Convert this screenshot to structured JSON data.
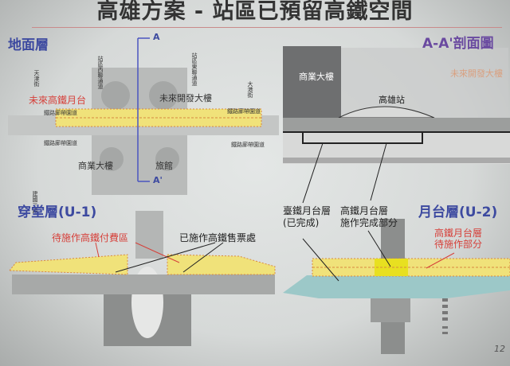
{
  "title": "高雄方案 - 站區已預留高鐵空間",
  "ground": {
    "heading": "地面層",
    "a": "A",
    "a_prime": "A'",
    "future_hsr_platform": "未來高鐵月台",
    "future_building": "未來開發大樓",
    "commercial": "商業大樓",
    "hotel": "旅館",
    "west_passage": "站區西聯通道",
    "east_passage": "站區東聯通道",
    "railway_park": "鐵路廊帶園道",
    "street_left": "天津街",
    "street_right": "大港街",
    "street_bottom": "建國三路"
  },
  "section": {
    "heading": "A-A'剖面圖",
    "commercial": "商業大樓",
    "future_building": "未來開發大樓",
    "station": "高雄站"
  },
  "concourse": {
    "heading": "穿堂層(U-1)",
    "paid_area": "待施作高鐵付費區",
    "ticket_office": "已施作高鐵售票處"
  },
  "platform": {
    "heading": "月台層(U-2)",
    "tra_platform": [
      "臺鐵月台層",
      "(已完成)"
    ],
    "hsr_done": [
      "高鐵月台層",
      "施作完成部分"
    ],
    "hsr_pending": [
      "高鐵月台層",
      "待施作部分"
    ]
  },
  "page_number": "12",
  "colors": {
    "heading": "#3d4aa0",
    "annotation_red": "#d6403a",
    "hsr_zone": "#f0e27a",
    "tra_zone": "#9cc8c8",
    "done_zone": "#e8e020"
  }
}
